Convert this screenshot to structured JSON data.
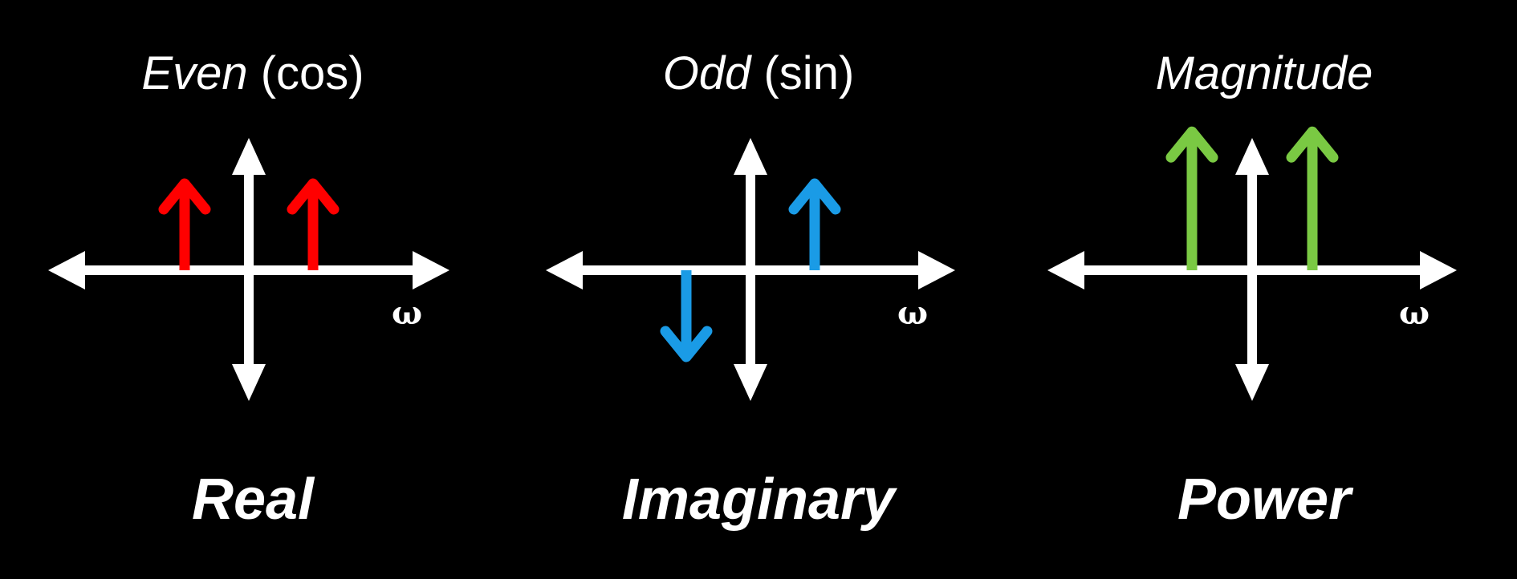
{
  "colors": {
    "background": "#000000",
    "axis": "#ffffff",
    "even": "#ff0000",
    "odd": "#1a9be6",
    "magnitude": "#7ac943"
  },
  "panels": [
    {
      "title_italic": "Even",
      "title_rest": " (cos)",
      "caption": "Real",
      "axis_label": "ω",
      "spikes": [
        {
          "freq": -1,
          "amplitude": 1,
          "color": "#ff0000"
        },
        {
          "freq": 1,
          "amplitude": 1,
          "color": "#ff0000"
        }
      ]
    },
    {
      "title_italic": "Odd",
      "title_rest": " (sin)",
      "caption": "Imaginary",
      "axis_label": "ω",
      "spikes": [
        {
          "freq": -1,
          "amplitude": -1,
          "color": "#1a9be6"
        },
        {
          "freq": 1,
          "amplitude": 1,
          "color": "#1a9be6"
        }
      ]
    },
    {
      "title_italic": "Magnitude",
      "title_rest": "",
      "caption": "Power",
      "axis_label": "ω",
      "spikes": [
        {
          "freq": -1,
          "amplitude": 1.6,
          "color": "#7ac943"
        },
        {
          "freq": 1,
          "amplitude": 1.6,
          "color": "#7ac943"
        }
      ]
    }
  ]
}
